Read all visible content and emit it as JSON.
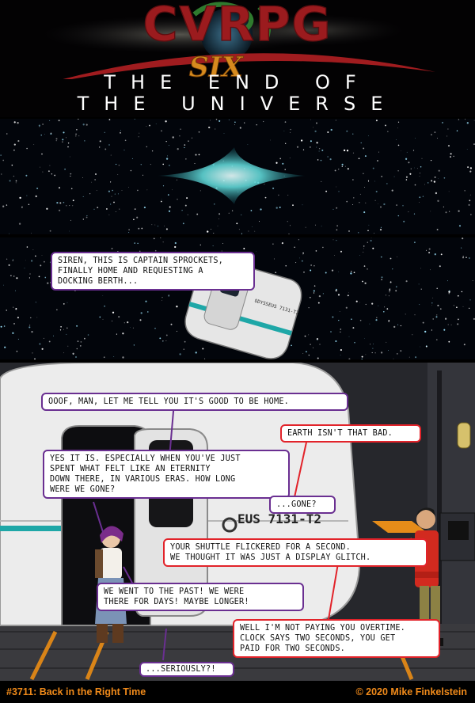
{
  "header": {
    "logo": "CVRPG",
    "subtitle_badge": "SIX",
    "line1": "THE END OF",
    "line2": "THE UNIVERSE"
  },
  "panel2": {
    "speech": "Siren, this is Captain Sprockets,\nfinally home and requesting a\ndocking berth...",
    "shuttle_label": "ODYSSEUS 7131-T2"
  },
  "panel3": {
    "hull_text": "EUS 7131-T2",
    "bubbles": [
      "Ooof, man, let me tell you it's good to be home.",
      "Yes it is. Especially when you've just\nspent what felt like an eternity\ndown there, in various eras. How long\nwere we gone?",
      "Earth isn't that bad.",
      "...Gone?",
      "Your shuttle flickered for a second.\nWe thought it was just a display glitch.",
      "We went to the past! We were\nthere for days! Maybe longer!",
      "Well I'm not paying you overtime.\nClock says two seconds, you get\npaid for two seconds.",
      "...Seriously?!"
    ]
  },
  "footer": {
    "episode": "#3711: Back in the Right Time",
    "copyright": "© 2020 Mike Finkelstein"
  },
  "colors": {
    "logo_red": "#9b1b1e",
    "accent_orange": "#f08a1a",
    "bubble_purple": "#6a2f91",
    "bubble_red": "#e2232a"
  }
}
